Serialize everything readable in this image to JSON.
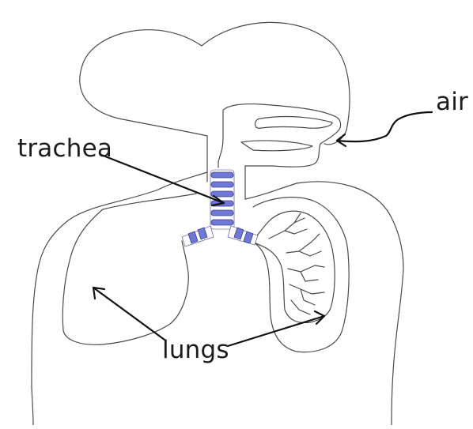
{
  "labels": {
    "air": "air",
    "trachea": "trachea",
    "lungs": "lungs"
  },
  "colors": {
    "trachea_rings": "#6f78d6",
    "outline": "#4a4a4a",
    "arrows": "#111111"
  }
}
